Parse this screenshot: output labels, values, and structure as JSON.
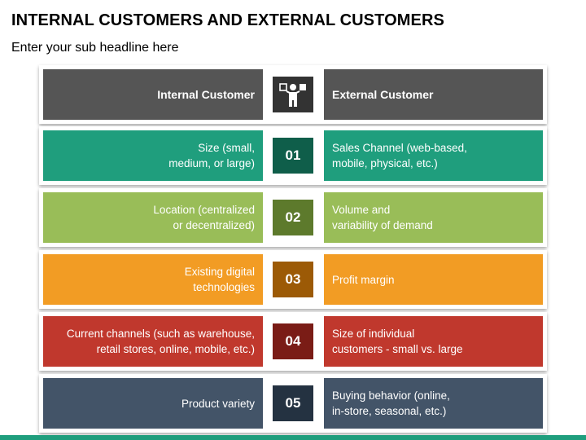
{
  "title": "INTERNAL CUSTOMERS AND EXTERNAL CUSTOMERS",
  "subtitle": "Enter your sub headline here",
  "header": {
    "left_label": "Internal Customer",
    "right_label": "External Customer",
    "icon": "person-with-options-icon",
    "color": "#555555",
    "badge_color": "#333333"
  },
  "rows": [
    {
      "number": "01",
      "left": "Size (small,\nmedium, or large)",
      "right": "Sales Channel (web-based,\nmobile, physical, etc.)",
      "color": "#1f9e7d",
      "badge_color": "#0f5e4a"
    },
    {
      "number": "02",
      "left": "Location (centralized\nor decentralized)",
      "right": "Volume and\nvariability of demand",
      "color": "#99bd58",
      "badge_color": "#5d7a2c"
    },
    {
      "number": "03",
      "left": "Existing digital\ntechnologies",
      "right": "Profit margin",
      "color": "#f29c24",
      "badge_color": "#9c5a06"
    },
    {
      "number": "04",
      "left": "Current channels (such as warehouse,\nretail stores, online, mobile, etc.)",
      "right": "Size of individual\ncustomers - small vs. large",
      "color": "#c0382d",
      "badge_color": "#7a1c16"
    },
    {
      "number": "05",
      "left": "Product variety",
      "right": "Buying behavior (online,\nin-store, seasonal, etc.)",
      "color": "#435468",
      "badge_color": "#243241"
    }
  ],
  "accent_bar_color": "#1f9e7d"
}
